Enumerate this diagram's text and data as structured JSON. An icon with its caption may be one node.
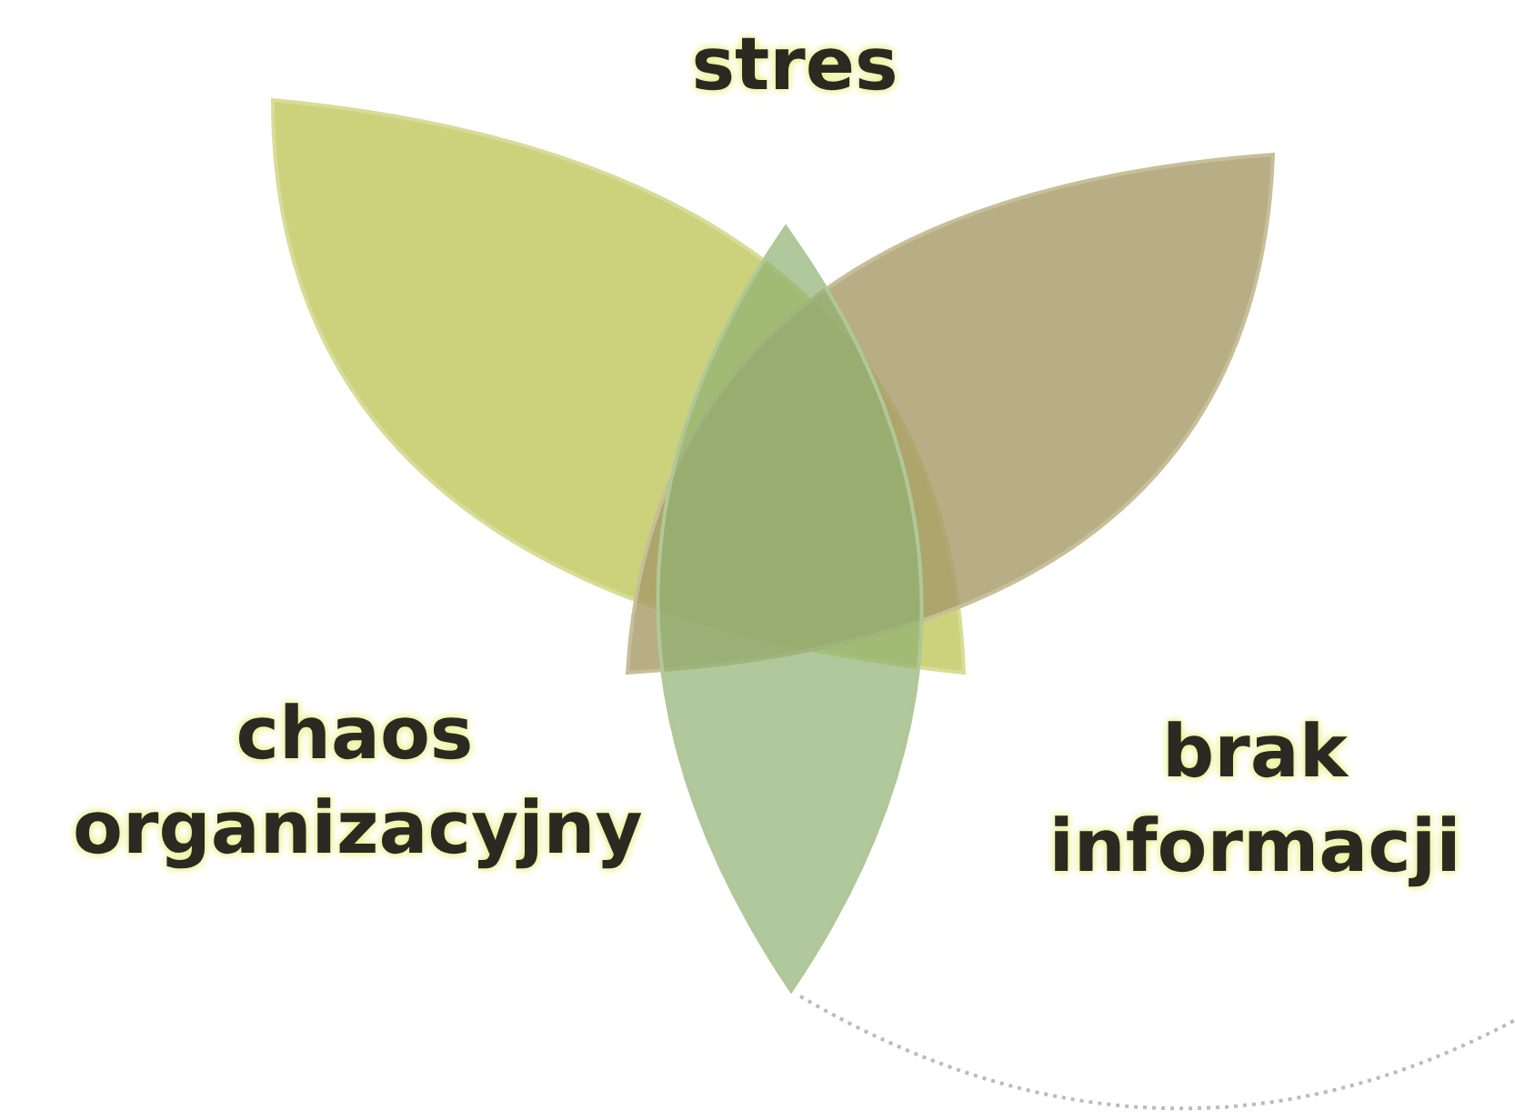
{
  "diagram": {
    "nodes": [
      {
        "text": [],
        "shape": "leaf"
      },
      {
        "text": [],
        "shape": "leaf"
      },
      {
        "text": [],
        "shape": "leaf"
      }
    ],
    "labels": [
      "stres",
      "chaos organizacyjny",
      "brak informacji"
    ]
  }
}
